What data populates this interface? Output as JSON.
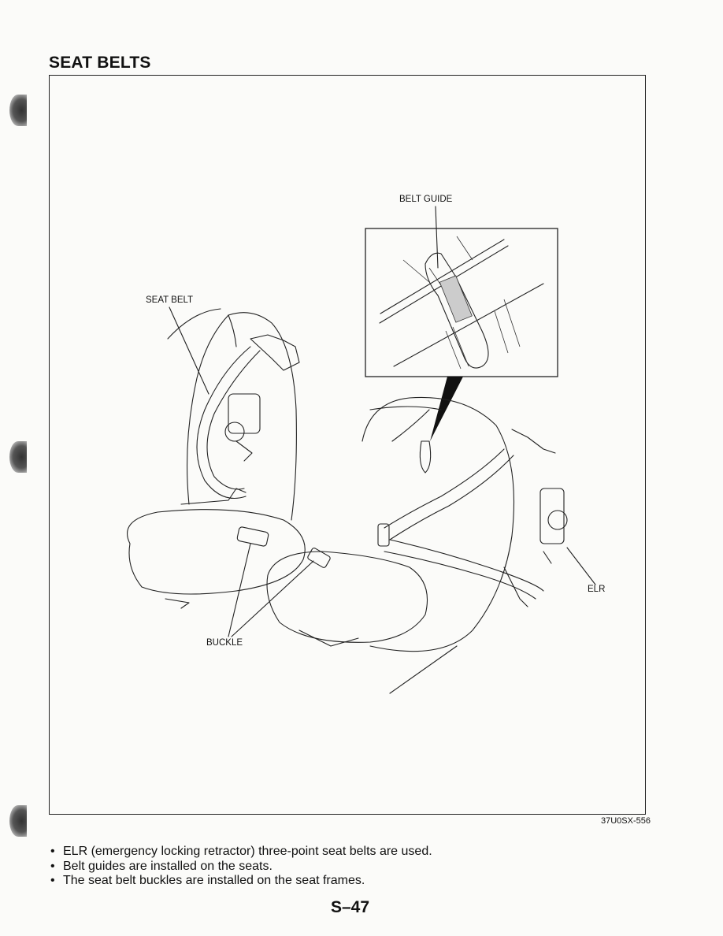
{
  "page": {
    "title": "SEAT BELTS",
    "figure_code": "37U0SX-556",
    "page_number": "S–47"
  },
  "figure": {
    "labels": {
      "belt_guide": "BELT GUIDE",
      "seat_belt": "SEAT BELT",
      "buckle": "BUCKLE",
      "elr": "ELR"
    }
  },
  "notes": [
    "ELR (emergency locking retractor) three-point seat belts are used.",
    "Belt guides are installed on the seats.",
    "The seat belt buckles are installed on the seat frames."
  ]
}
